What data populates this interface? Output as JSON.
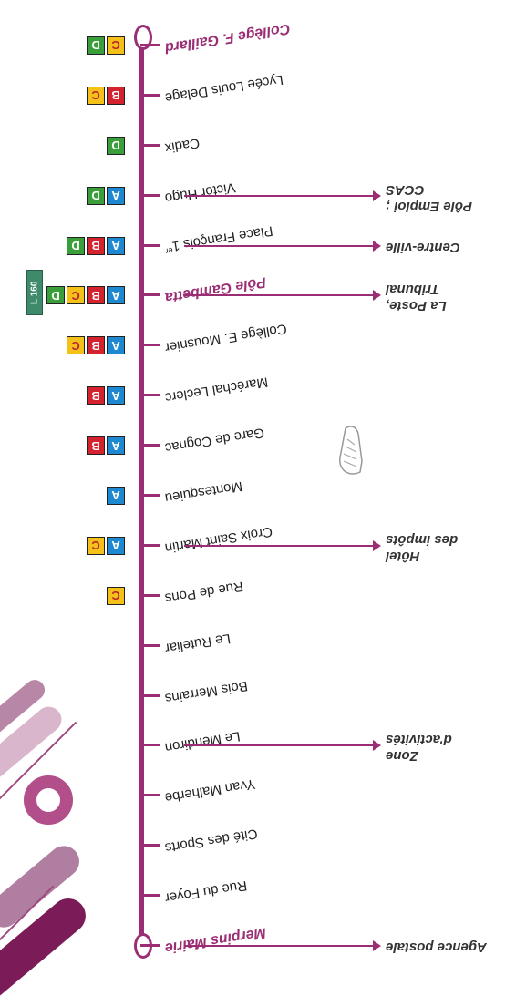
{
  "colors": {
    "line": "#9b2d74",
    "A": "#1e88d0",
    "B": "#d4232f",
    "C": "#f4c118",
    "D": "#3a9e3a",
    "L160": "#3e8a6b"
  },
  "stops": [
    {
      "name": "Merpins Mairie",
      "major": true,
      "lines": []
    },
    {
      "name": "Rue du Foyer",
      "major": false,
      "lines": []
    },
    {
      "name": "Cité des Sports",
      "major": false,
      "lines": []
    },
    {
      "name": "Yvan Malherbe",
      "major": false,
      "lines": []
    },
    {
      "name": "Le Mendiron",
      "major": false,
      "lines": []
    },
    {
      "name": "Bois Merrains",
      "major": false,
      "lines": []
    },
    {
      "name": "Le Ruteliar",
      "major": false,
      "lines": []
    },
    {
      "name": "Rue de Pons",
      "major": false,
      "lines": [
        "C"
      ]
    },
    {
      "name": "Croix Saint Martin",
      "major": false,
      "lines": [
        "A",
        "C"
      ]
    },
    {
      "name": "Montesquieu",
      "major": false,
      "lines": [
        "A"
      ]
    },
    {
      "name": "Gare de Cognac",
      "major": false,
      "lines": [
        "A",
        "B"
      ]
    },
    {
      "name": "Maréchal Leclerc",
      "major": false,
      "lines": [
        "A",
        "B"
      ]
    },
    {
      "name": "Collège E. Mousnier",
      "major": false,
      "lines": [
        "A",
        "B",
        "C"
      ]
    },
    {
      "name": "Pôle Gambetta",
      "major": true,
      "lines": [
        "A",
        "B",
        "C",
        "D"
      ],
      "extra": "L 160"
    },
    {
      "name": "Place François 1",
      "sup": "er",
      "major": false,
      "lines": [
        "A",
        "B",
        "D"
      ]
    },
    {
      "name": "Victor Hugo",
      "major": false,
      "lines": [
        "A",
        "D"
      ]
    },
    {
      "name": "Cadix",
      "major": false,
      "lines": [
        "D"
      ]
    },
    {
      "name": "Lycée Louis Delage",
      "major": false,
      "lines": [
        "B",
        "C"
      ]
    },
    {
      "name": "Collège F. Gaillard",
      "major": true,
      "lines": [
        "C",
        "D"
      ]
    }
  ],
  "connections": [
    {
      "stop": "Merpins Mairie",
      "label_lines": [
        "Agence postale"
      ]
    },
    {
      "stop": "Le Mendiron",
      "label_lines": [
        "Zone",
        "d'activités"
      ]
    },
    {
      "stop": "Croix Saint Martin",
      "label_lines": [
        "Hôtel",
        "des impôts"
      ]
    },
    {
      "stop": "Pôle Gambetta",
      "label_lines": [
        "La Poste,",
        "Tribunal"
      ]
    },
    {
      "stop": "Place François 1",
      "label_lines": [
        "Centre-ville"
      ]
    },
    {
      "stop": "Victor Hugo",
      "label_lines": [
        "Pôle Emploi ;",
        "CCAS"
      ]
    }
  ]
}
